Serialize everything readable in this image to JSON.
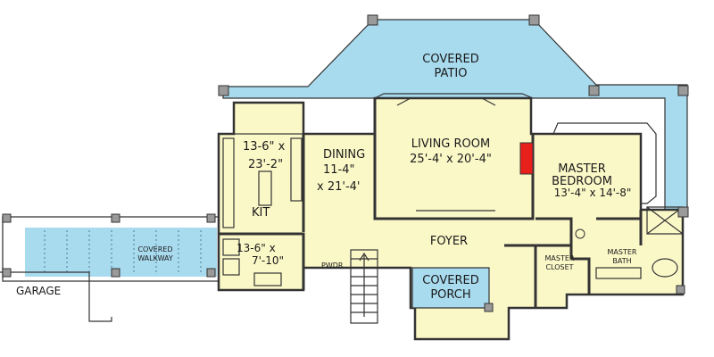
{
  "colors": {
    "interior": "#fbf8c8",
    "covered": "#a9dbef",
    "wall": "#333333",
    "fireplace": "#e8201c",
    "post": "#9a9a9a"
  },
  "rooms": {
    "covered_patio": [
      "COVERED",
      "PATIO"
    ],
    "dining": [
      "DINING",
      "11-4\"",
      "x 21'-4'"
    ],
    "kitchen_dims": [
      "13-6\" x",
      "23'-2\""
    ],
    "kit": "KIT",
    "living_room": [
      "LIVING ROOM",
      "25'-4' x 20'-4\""
    ],
    "master_bedroom": [
      "MASTER",
      "BEDROOM",
      "13'-4\" x 14'-8\""
    ],
    "foyer": "FOYER",
    "covered_porch": [
      "COVERED",
      "PORCH"
    ],
    "master_closet": [
      "MASTER",
      "CLOSET"
    ],
    "master_bath": [
      "MASTER",
      "BATH"
    ],
    "covered_walkway": [
      "COVERED",
      "WALKWAY"
    ],
    "utility_dims": [
      "13-6\" x",
      "7'-10\""
    ],
    "powder": "PWDR",
    "garage": "GARAGE"
  },
  "icons": [
    "fireplace-icon",
    "stair-icon",
    "bathtub-icon",
    "post-icon"
  ]
}
